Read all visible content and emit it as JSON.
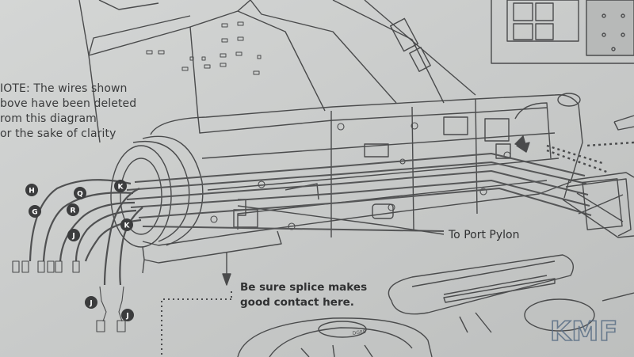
{
  "note": {
    "lines": [
      "IOTE: The wires shown",
      "bove have been deleted",
      "rom this diagram",
      "or the sake of clarity"
    ]
  },
  "callouts": {
    "port_pylon": "To Port Pylon",
    "splice_line1": "Be sure splice makes",
    "splice_line2": "good contact here."
  },
  "wire_labels": {
    "h": "H",
    "g": "G",
    "q": "Q",
    "r": "R",
    "j": "J",
    "k_upper": "K",
    "k_lower": "K",
    "j_splice_left": "J",
    "j_splice_right": "J"
  },
  "hull_marking": "DG88",
  "watermark": "KMF",
  "colors": {
    "paper": "#c9cbca",
    "ink": "#4a4b4c",
    "label_circle": "#3b3c3d"
  }
}
